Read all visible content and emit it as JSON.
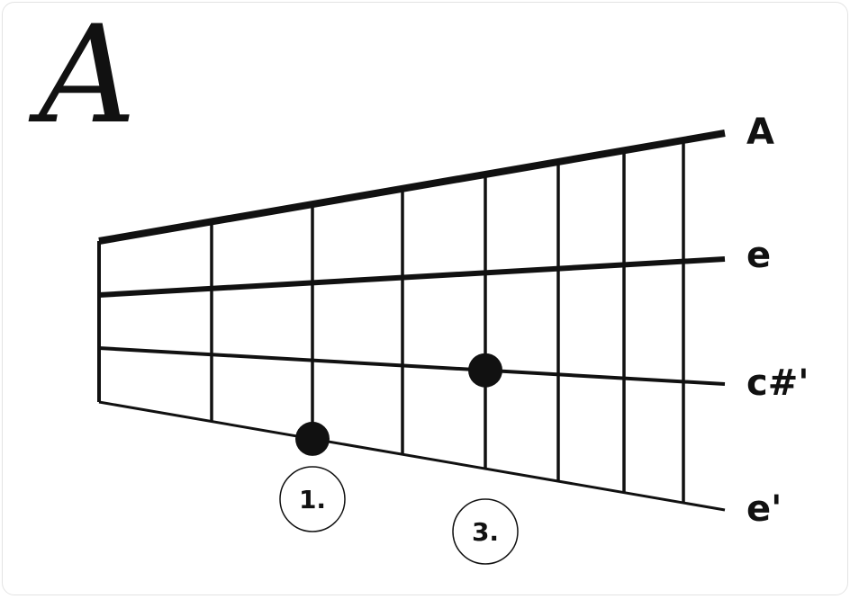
{
  "chord": {
    "name": "A"
  },
  "strings": [
    {
      "label": "A"
    },
    {
      "label": "e"
    },
    {
      "label": "c#'"
    },
    {
      "label": "e'"
    }
  ],
  "finger_markers": [
    {
      "string_index": 3,
      "fret_index": 2,
      "label": "1."
    },
    {
      "string_index": 2,
      "fret_index": 4,
      "label": "3."
    }
  ],
  "colors": {
    "ink": "#111111",
    "background": "#ffffff"
  }
}
